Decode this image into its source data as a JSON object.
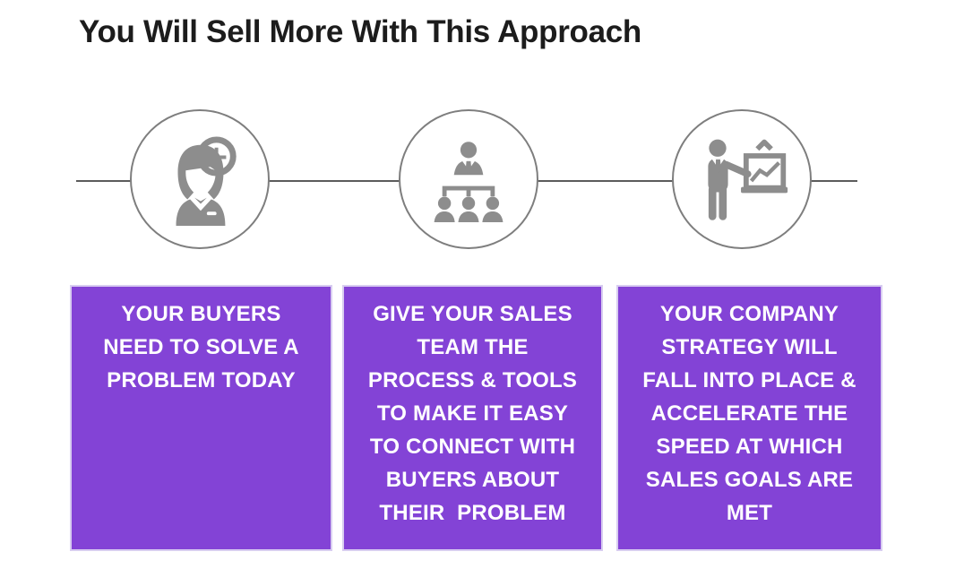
{
  "title": "You Will Sell More With This Approach",
  "colors": {
    "accent_purple": "#8343d6",
    "box_border_light": "#d8cdf0",
    "box_text": "#ffffff",
    "icon_gray": "#8d8d8d",
    "circle_stroke": "#7e7e7e",
    "connector_line": "#5c5c5c",
    "title_color": "#1c1c1c"
  },
  "process": {
    "steps": [
      {
        "icon": "buyer-with-clock-icon",
        "meaning": "buyer facing a problem today"
      },
      {
        "icon": "org-chart-icon",
        "meaning": "sales team with process and tools"
      },
      {
        "icon": "presenter-growth-chart-icon",
        "meaning": "company strategy and sales goals"
      }
    ]
  },
  "boxes": [
    {
      "text": "YOUR BUYERS NEED TO SOLVE A PROBLEM TODAY",
      "lines": [
        "YOUR BUYERS",
        "NEED TO SOLVE A",
        "PROBLEM TODAY"
      ]
    },
    {
      "text": "GIVE YOUR SALES TEAM THE PROCESS & TOOLS TO MAKE IT EASY TO CONNECT WITH BUYERS ABOUT THEIR  PROBLEM",
      "lines": [
        "GIVE YOUR SALES",
        "TEAM THE",
        "PROCESS & TOOLS",
        "TO MAKE IT EASY",
        "TO CONNECT WITH",
        "BUYERS ABOUT",
        "THEIR  PROBLEM"
      ]
    },
    {
      "text": "YOUR COMPANY STRATEGY WILL FALL INTO PLACE & ACCELERATE THE SPEED AT WHICH SALES GOALS ARE MET",
      "lines": [
        "YOUR COMPANY",
        "STRATEGY WILL",
        "FALL INTO PLACE &",
        "ACCELERATE THE",
        "SPEED AT WHICH",
        "SALES GOALS ARE",
        "MET"
      ]
    }
  ]
}
